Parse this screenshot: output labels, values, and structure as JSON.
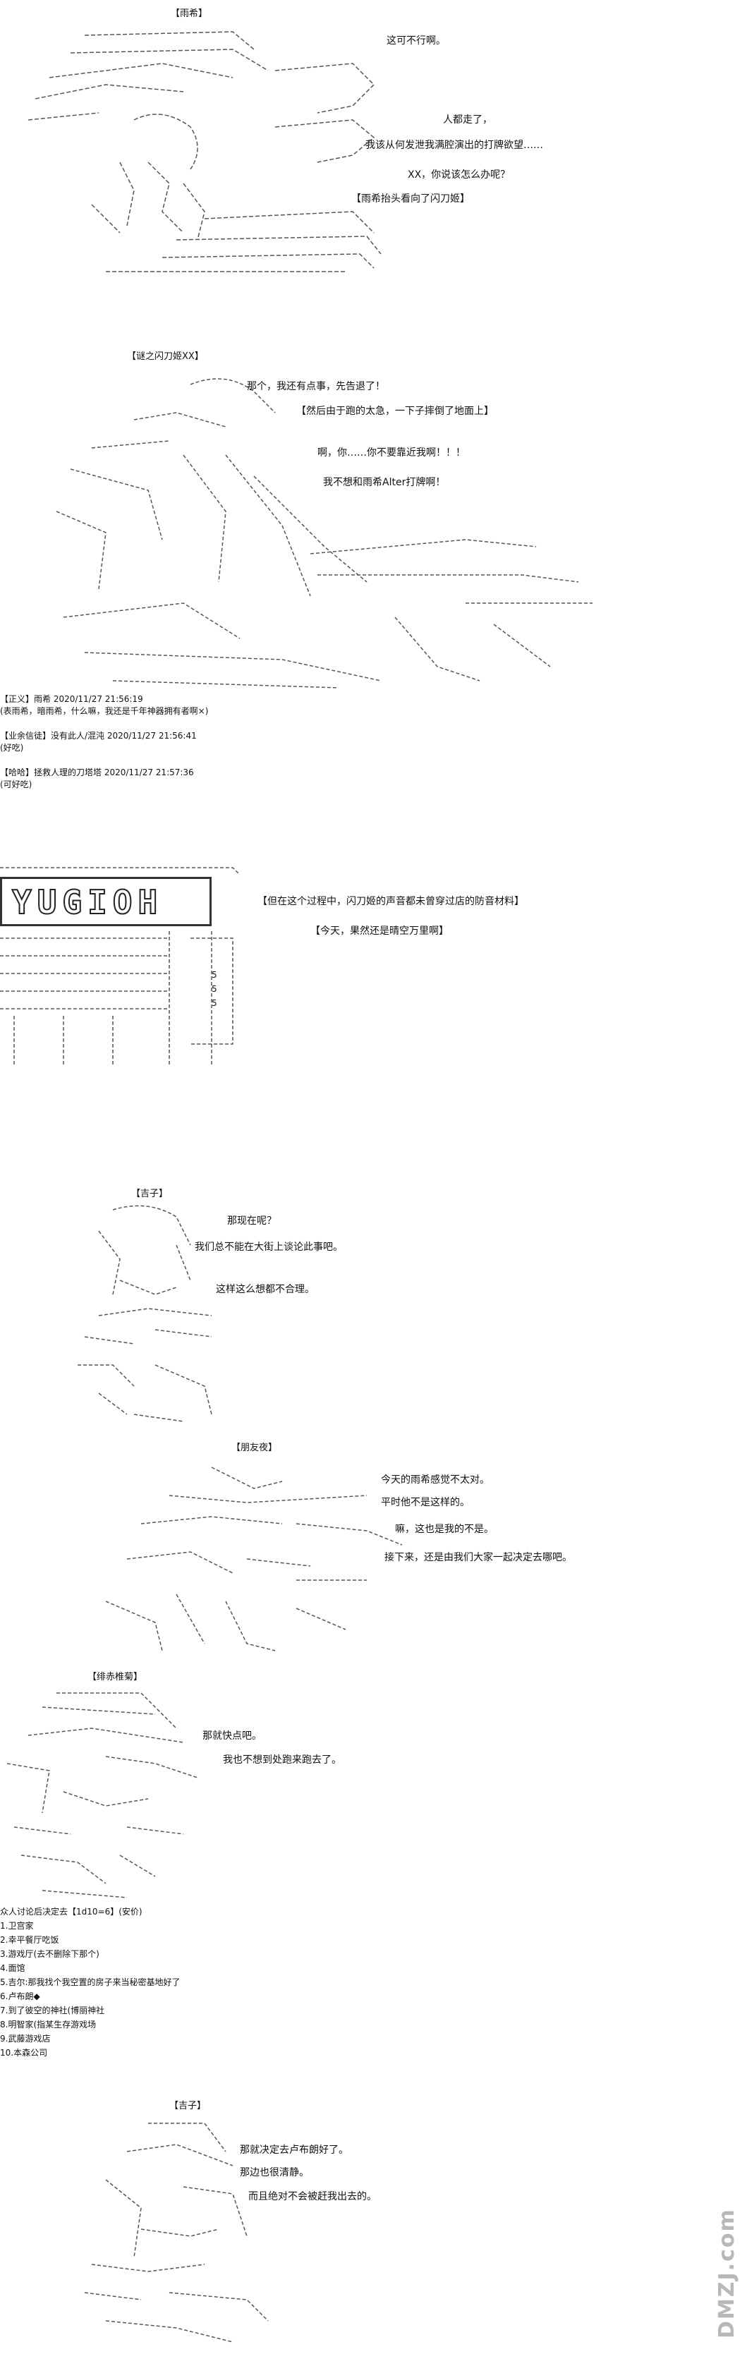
{
  "panel1": {
    "tag": "【雨希】",
    "lines": [
      "这可不行啊。",
      "人都走了，",
      "我该从何发泄我满腔演出的打牌欲望……",
      "XX，你说该怎么办呢？",
      "【雨希抬头看向了闪刀姬】"
    ]
  },
  "panel2": {
    "tag": "【谜之闪刀姬XX】",
    "lines": [
      "那个，我还有点事，先告退了！",
      "【然后由于跑的太急，一下子摔倒了地面上】",
      "啊，你……你不要靠近我啊！！！",
      "我不想和雨希Alter打牌啊！"
    ]
  },
  "comments": [
    {
      "header": "【正义】雨希 2020/11/27 21:56:19",
      "body": "(表雨希，暗雨希，什么嘛，我还是千年神器拥有者啊×)"
    },
    {
      "header": "【业余信徒】没有此人/混沌 2020/11/27 21:56:41",
      "body": "(好吃)"
    },
    {
      "header": "【哈哈】拯救人理的刀塔塔 2020/11/27 21:57:36",
      "body": "(可好吃)"
    }
  ],
  "panel3": {
    "logo": "YUGIOH",
    "shelf_marks": [
      "5",
      "5",
      "5"
    ],
    "lines": [
      "【但在这个过程中，闪刀姬的声音都未曾穿过店的防音材料】",
      "【今天，果然还是晴空万里啊】"
    ]
  },
  "panel4": {
    "tag": "【吉子】",
    "lines": [
      "那现在呢？",
      "我们总不能在大街上谈论此事吧。",
      "这样这么想都不合理。"
    ]
  },
  "panel5": {
    "tag": "【朋友夜】",
    "lines": [
      "今天的雨希感觉不太对。",
      "平时他不是这样的。",
      "嘛，这也是我的不是。",
      "接下来，还是由我们大家一起决定去哪吧。"
    ]
  },
  "panel6": {
    "tag": "【绯赤椎菊】",
    "lines": [
      "那就快点吧。",
      "我也不想到处跑来跑去了。"
    ],
    "vote_title": "众人讨论后决定去【1d10=6】(安价)",
    "vote_items": [
      "1.卫宫家",
      "2.幸平餐厅吃饭",
      "3.游戏厅(去不删除下那个)",
      "4.面馆",
      "5.吉尔:那我找个我空置的房子来当秘密基地好了",
      "6.卢布朗◆",
      "7.到了彼空的神社(博丽神社",
      "8.明智家(指某生存游戏场",
      "9.武藤游戏店",
      "10.本森公司"
    ]
  },
  "panel7": {
    "tag": "【吉子】",
    "lines": [
      "那就决定去卢布朗好了。",
      "那边也很清静。",
      "而且绝对不会被赶我出去的。"
    ]
  },
  "watermark": "DMZJ.com"
}
